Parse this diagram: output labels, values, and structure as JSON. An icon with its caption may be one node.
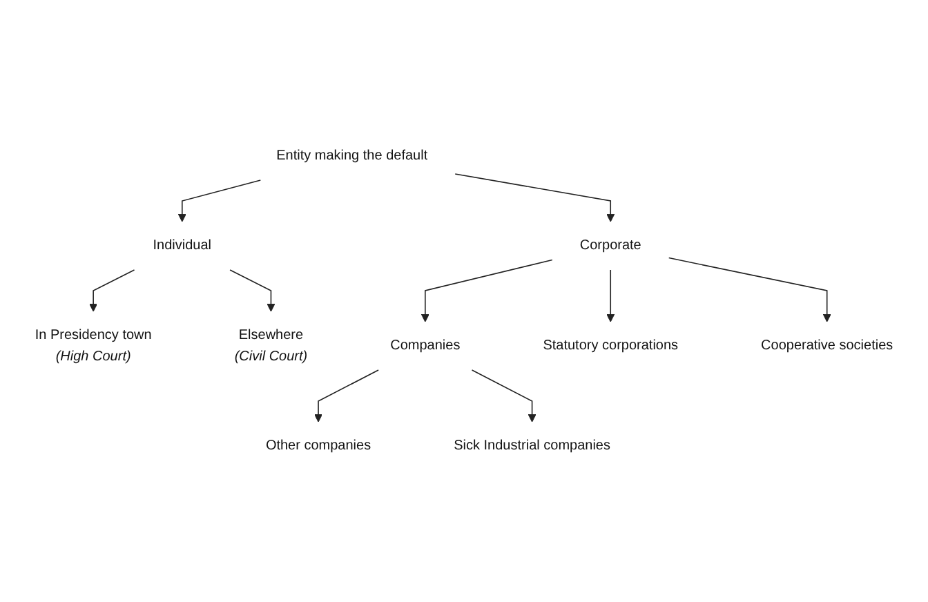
{
  "diagram": {
    "nodes": [
      {
        "text": [
          "Entity making the default"
        ]
      },
      {
        "text": [
          "Individual"
        ]
      },
      {
        "text": [
          "Corporate"
        ]
      },
      {
        "text": [
          "In Presidency town"
        ],
        "beside": [
          "(High Court)"
        ]
      },
      {
        "text": [
          "Elsewhere"
        ],
        "beside": [
          "(Civil Court)"
        ]
      },
      {
        "text": [
          "Companies"
        ]
      },
      {
        "text": [
          "Statutory corporations"
        ]
      },
      {
        "text": [
          "Cooperative societies"
        ]
      },
      {
        "text": [
          "Other companies"
        ]
      },
      {
        "text": [
          "Sick Industrial companies"
        ]
      }
    ],
    "edges": [
      {
        "from": 0,
        "to": 1,
        "arrow": "to"
      },
      {
        "from": 0,
        "to": 2,
        "arrow": "to"
      },
      {
        "from": 1,
        "to": 3,
        "arrow": "to"
      },
      {
        "from": 1,
        "to": 4,
        "arrow": "to"
      },
      {
        "from": 2,
        "to": 5,
        "arrow": "to"
      },
      {
        "from": 2,
        "to": 6,
        "arrow": "to"
      },
      {
        "from": 2,
        "to": 7,
        "arrow": "to"
      },
      {
        "from": 5,
        "to": 8,
        "arrow": "to"
      },
      {
        "from": 5,
        "to": 9,
        "arrow": "to"
      }
    ]
  }
}
